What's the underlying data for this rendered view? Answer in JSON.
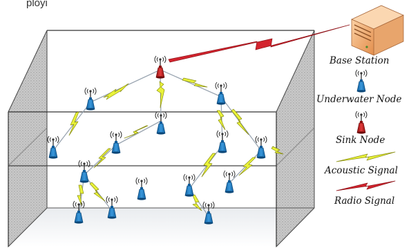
{
  "top_caption": "ployi",
  "legend": {
    "base_station": "Base Station",
    "underwater_node": "Underwater Node",
    "sink_node": "Sink Node",
    "acoustic_signal": "Acoustic Signal",
    "radio_signal": "Radio Signal"
  },
  "colors": {
    "underwater_node": "#1f7ec4",
    "sink_node": "#cc1d1d",
    "acoustic_signal": "#e9f23a",
    "radio_signal": "#d3242e",
    "server": "#f2b27a"
  }
}
